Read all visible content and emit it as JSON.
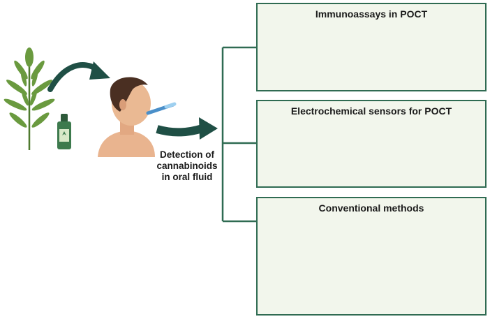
{
  "caption": {
    "line1": "Detection of",
    "line2": "cannabinoids",
    "line3": "in oral fluid"
  },
  "panels": [
    {
      "title": "Immunoassays in POCT"
    },
    {
      "title": "Electrochemical sensors for POCT"
    },
    {
      "title": "Conventional methods"
    }
  ],
  "colors": {
    "panel_border": "#2f6b52",
    "panel_fill": "#f2f6ec",
    "connector": "#2f6b52",
    "arrow": "#1f4f45",
    "plant": "#5d8a3a",
    "skin": "#e9b48f",
    "hair": "#4a2f22"
  },
  "icons": [
    "cannabis-plant-icon",
    "cbd-oil-bottle-icon",
    "person-with-swab-icon",
    "immunoassay-reader-icon",
    "lateral-flow-test-icon",
    "electrochemical-device-icon",
    "screen-printed-electrode-icon",
    "hplc-instrument-icon",
    "mass-spectrometer-icon",
    "benchtop-analyzer-icon",
    "electrochemical-workstation-icon"
  ]
}
